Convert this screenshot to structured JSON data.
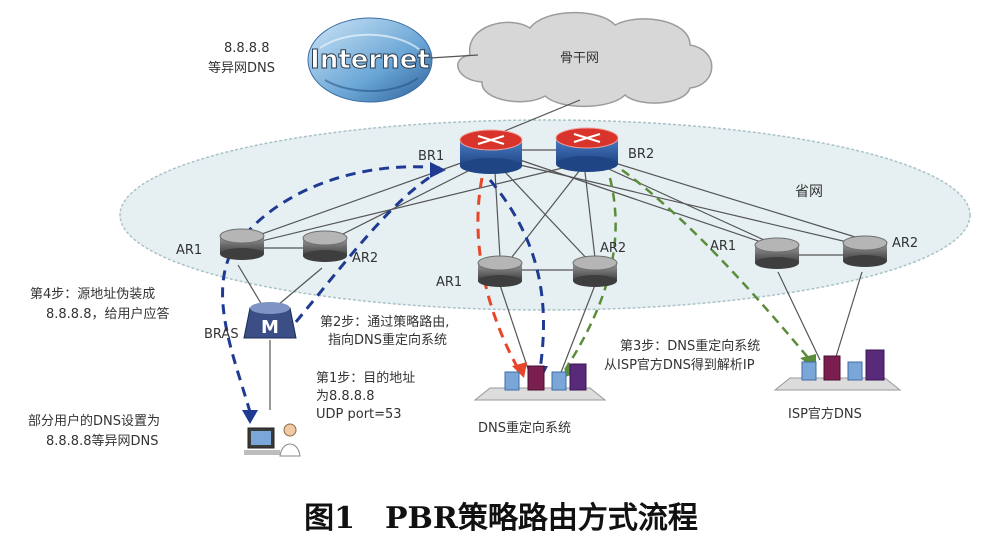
{
  "internet": {
    "label": "Internet",
    "dns_line1": "8.8.8.8",
    "dns_line2": "等异网DNS"
  },
  "backbone": {
    "label": "骨干网"
  },
  "province": {
    "label": "省网"
  },
  "routers": {
    "br1": "BR1",
    "br2": "BR2",
    "ar1": "AR1",
    "ar2": "AR2"
  },
  "bras": {
    "label": "BRAS",
    "device_letter": "M"
  },
  "systems": {
    "dns_redirect": "DNS重定向系统",
    "isp_dns": "ISP官方DNS"
  },
  "user": {
    "line1": "部分用户的DNS设置为",
    "line2": "8.8.8.8等异网DNS"
  },
  "steps": {
    "step1": {
      "line1": "第1步：目的地址",
      "line2": "为8.8.8.8",
      "line3": "UDP port=53"
    },
    "step2": {
      "line1": "第2步：通过策略路由,",
      "line2": "指向DNS重定向系统"
    },
    "step3": {
      "line1": "第3步：DNS重定向系统",
      "line2": "从ISP官方DNS得到解析IP"
    },
    "step4": {
      "line1": "第4步：源地址伪装成",
      "line2": "8.8.8.8，给用户应答"
    }
  },
  "colors": {
    "blue_path": "#1f3a93",
    "red_path": "#e8462b",
    "green_path": "#5b8c3a",
    "router_top": "#d9342b",
    "router_body": "#2f5fa7",
    "ellipse_fill": "#e6f0f2"
  },
  "caption": "图1　PBR策略路由方式流程"
}
